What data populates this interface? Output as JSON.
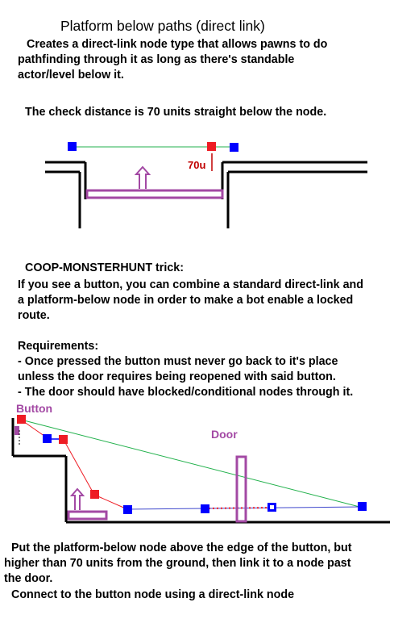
{
  "title": "Platform below paths (direct link)",
  "intro": [
    "Creates a direct-link node type that allows pawns to do",
    "pathfinding through it as long as there's standable",
    "actor/level below it."
  ],
  "check_distance": "The check distance is 70 units straight below the node.",
  "diagram1": {
    "distance_label": "70u"
  },
  "trick_heading": "COOP-MONSTERHUNT trick:",
  "trick_body": [
    "If you see a button, you can combine a standard direct-link and",
    "a platform-below node in order to make a bot enable a locked",
    "route."
  ],
  "requirements_heading": "Requirements:",
  "requirements": [
    "- Once pressed the button must never go back to it's place",
    "unless the door requires being reopened with said button.",
    "- The door should have blocked/conditional nodes through it."
  ],
  "diagram2": {
    "button_label": "Button",
    "door_label": "Door"
  },
  "footer": [
    "Put the platform-below node above the edge of the button, but",
    "higher than 70 units from the ground, then link it to a node past",
    "the door.",
    "Connect to the button node using a direct-link node"
  ],
  "colors": {
    "blue_node": "#0000ff",
    "red_node": "#ee1c24",
    "purple": "#a349a4",
    "green_link": "#22b14c",
    "red_link": "#ee1c24",
    "blue_link": "#3f48cc",
    "label_red": "#c00000",
    "label_purple": "#a349a4"
  }
}
